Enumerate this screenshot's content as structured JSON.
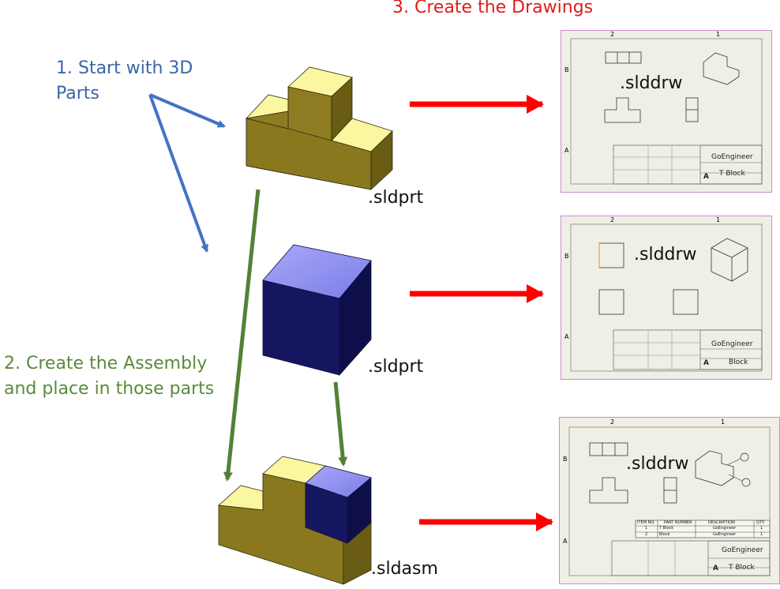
{
  "steps": {
    "step1": [
      "1. Start with 3D",
      "Parts"
    ],
    "step2": [
      "2. Create the Assembly",
      "and place in those parts"
    ],
    "step3": "3. Create the Drawings"
  },
  "extensions": {
    "part_t": ".sldprt",
    "part_cube": ".sldprt",
    "assembly": ".sldasm",
    "drawing": ".slddrw"
  },
  "drawings": [
    {
      "company": "GoEngineer",
      "size": "A",
      "title": "T Block",
      "col_labels": [
        "2",
        "1"
      ],
      "row_labels": [
        "B",
        "A"
      ]
    },
    {
      "company": "GoEngineer",
      "size": "A",
      "title": "Block",
      "col_labels": [
        "2",
        "1"
      ],
      "row_labels": [
        "B",
        "A"
      ]
    },
    {
      "company": "GoEngineer",
      "size": "A",
      "title": "T Block",
      "col_labels": [
        "2",
        "1"
      ],
      "row_labels": [
        "B",
        "A"
      ],
      "bom": {
        "headers": [
          "ITEM NO.",
          "PART NUMBER",
          "DESCRIPTION",
          "QTY."
        ],
        "rows": [
          [
            "1",
            "T Block",
            "GoEngineer",
            "1"
          ],
          [
            "2",
            "Block",
            "GoEngineer",
            "1"
          ]
        ]
      }
    }
  ],
  "colors": {
    "step1": "#3a66a8",
    "step2": "#5a8a3a",
    "step3": "#e11b1b",
    "blue_arrow": "#4472c4",
    "green_arrow": "#538135",
    "red_arrow": "#ff0000",
    "sheet_border": "#d08ad0"
  }
}
